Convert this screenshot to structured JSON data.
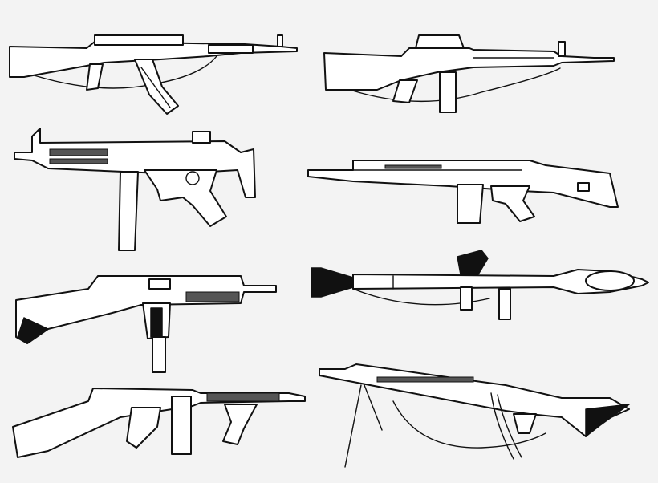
{
  "image": {
    "background": "#f3f3f3",
    "line_color": "#111111",
    "fill_color": "#ffffff",
    "style": "black-and-white line art",
    "subjects": [
      {
        "id": "ak-rifle-icon",
        "kind": "assault rifle with curved magazine and sling"
      },
      {
        "id": "m16-rifle-icon",
        "kind": "assault rifle with carry handle and sling"
      },
      {
        "id": "mp5-smg-icon",
        "kind": "submachine gun with collapsible stock"
      },
      {
        "id": "battle-rifle-icon",
        "kind": "battle rifle with fixed stock"
      },
      {
        "id": "uzi-smg-icon",
        "kind": "submachine gun with wooden stock"
      },
      {
        "id": "rpg-launcher-icon",
        "kind": "rocket launcher with warhead"
      },
      {
        "id": "tommy-gun-icon",
        "kind": "drum-style submachine gun with foregrip"
      },
      {
        "id": "machine-gun-icon",
        "kind": "belt-fed machine gun on bipod"
      }
    ]
  }
}
